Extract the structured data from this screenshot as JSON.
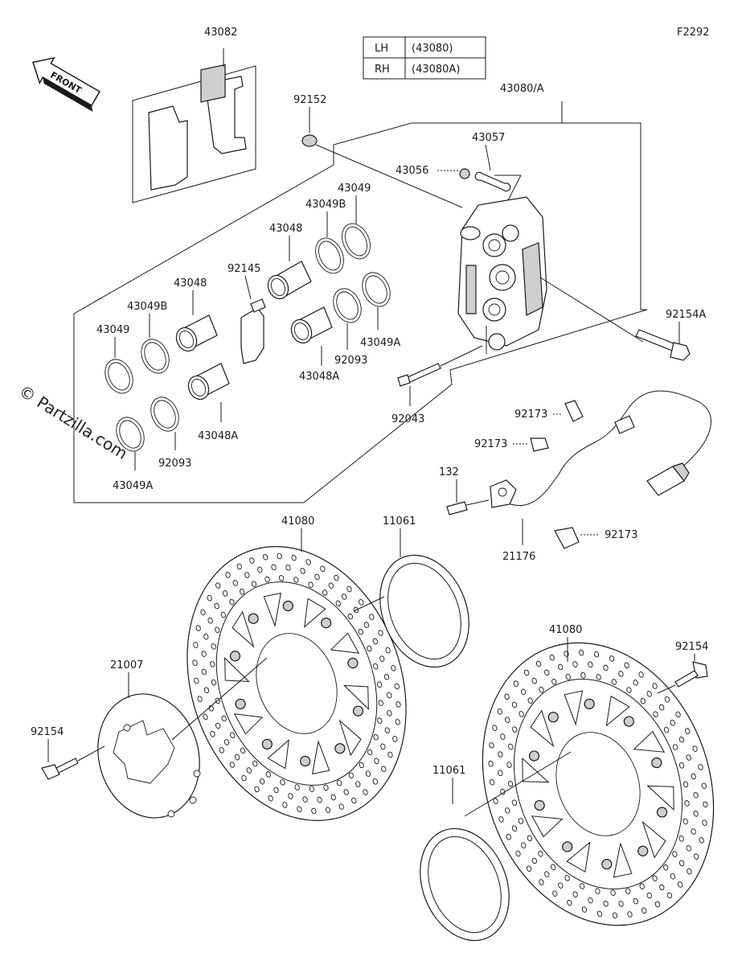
{
  "figure_code": "F2292",
  "watermark": "© Partzilla.com",
  "front_label": "FRONT",
  "variant_table": [
    {
      "side": "LH",
      "part": "(43080)"
    },
    {
      "side": "RH",
      "part": "(43080A)"
    }
  ],
  "labels": {
    "p43082": "43082",
    "p92152": "92152",
    "p43080A": "43080/A",
    "p43057": "43057",
    "p43056": "43056",
    "p43049_top": "43049",
    "p43049B_top": "43049B",
    "p43048_top": "43048",
    "p92145": "92145",
    "p43048_left": "43048",
    "p43049B_left": "43049B",
    "p43049_left": "43049",
    "p92154A": "92154A",
    "p43049A_mid": "43049A",
    "p92093_mid": "92093",
    "p43048A_mid": "43048A",
    "p43048A_left": "43048A",
    "p92093_left": "92093",
    "p43049A_left": "43049A",
    "p92043": "92043",
    "p92173_a": "92173",
    "p92173_b": "92173",
    "p132": "132",
    "p92173_c": "92173",
    "p21176": "21176",
    "p41080_left": "41080",
    "p11061_top": "11061",
    "p41080_right": "41080",
    "p92154_right": "92154",
    "p21007": "21007",
    "p92154_left": "92154",
    "p11061_bottom": "11061"
  }
}
